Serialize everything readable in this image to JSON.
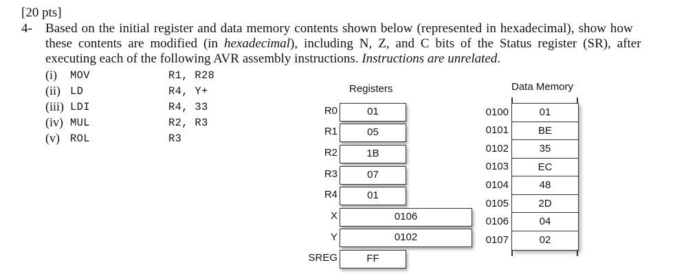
{
  "question": {
    "points": "[20 pts]",
    "number": "4-",
    "line1": "Based on the initial register and data memory contents shown below (represented in hexadecimal), show how",
    "line2_a": "these contents are modified (in ",
    "line2_italic": "hexadecimal",
    "line2_b": "), including N, Z, and C bits of the Status register (SR), after",
    "line3_a": "executing each of the following AVR assembly instructions. ",
    "line3_italic": "Instructions are unrelated",
    "line3_b": "."
  },
  "instructions": [
    {
      "index": "(i)",
      "opcode": "MOV",
      "operands": "R1, R28"
    },
    {
      "index": "(ii)",
      "opcode": "LD",
      "operands": "R4, Y+"
    },
    {
      "index": "(iii)",
      "opcode": "LDI",
      "operands": "R4, 33"
    },
    {
      "index": "(iv)",
      "opcode": "MUL",
      "operands": "R2, R3"
    },
    {
      "index": "(v)",
      "opcode": "ROL",
      "operands": "R3"
    }
  ],
  "registers": {
    "title": "Registers",
    "items": [
      {
        "name": "R0",
        "value": "01"
      },
      {
        "name": "R1",
        "value": "05"
      },
      {
        "name": "R2",
        "value": "1B"
      },
      {
        "name": "R3",
        "value": "07"
      },
      {
        "name": "R4",
        "value": "01"
      },
      {
        "name": "X",
        "value": "0106"
      },
      {
        "name": "Y",
        "value": "0102"
      },
      {
        "name": "SREG",
        "value": "FF"
      }
    ]
  },
  "data_memory": {
    "title": "Data Memory",
    "cells": [
      {
        "address": "0100",
        "value": "01"
      },
      {
        "address": "0101",
        "value": "BE"
      },
      {
        "address": "0102",
        "value": "35"
      },
      {
        "address": "0103",
        "value": "EC"
      },
      {
        "address": "0104",
        "value": "48"
      },
      {
        "address": "0105",
        "value": "2D"
      },
      {
        "address": "0106",
        "value": "04"
      },
      {
        "address": "0107",
        "value": "02"
      }
    ]
  }
}
